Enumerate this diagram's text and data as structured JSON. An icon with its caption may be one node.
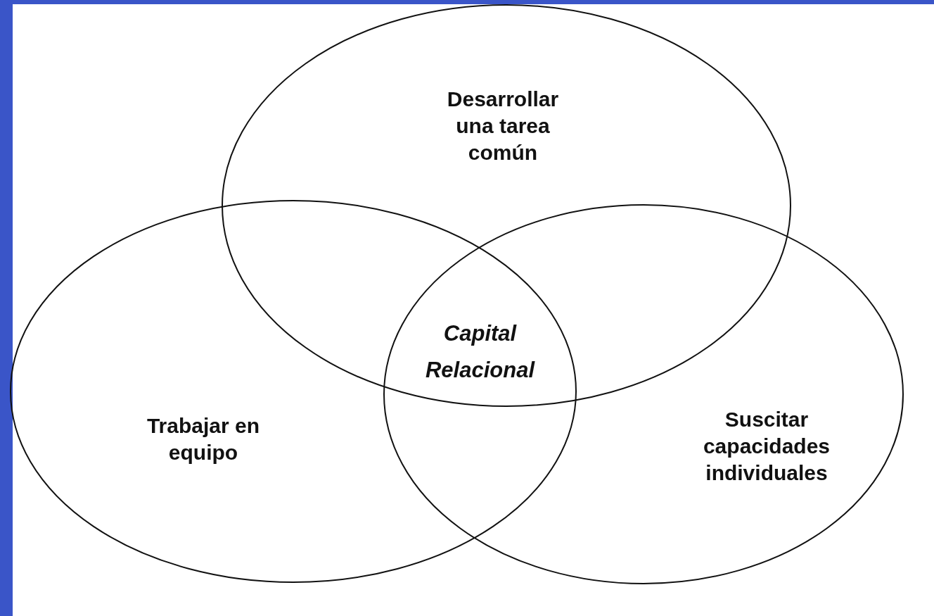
{
  "diagram": {
    "nodes": [
      {
        "text": [
          "Desarrollar una tarea común"
        ]
      },
      {
        "text": [
          "Trabajar en equipo"
        ]
      },
      {
        "text": [
          "Suscitar capacidades individuales"
        ]
      }
    ],
    "labels": [
      "Capital Relacional"
    ]
  }
}
